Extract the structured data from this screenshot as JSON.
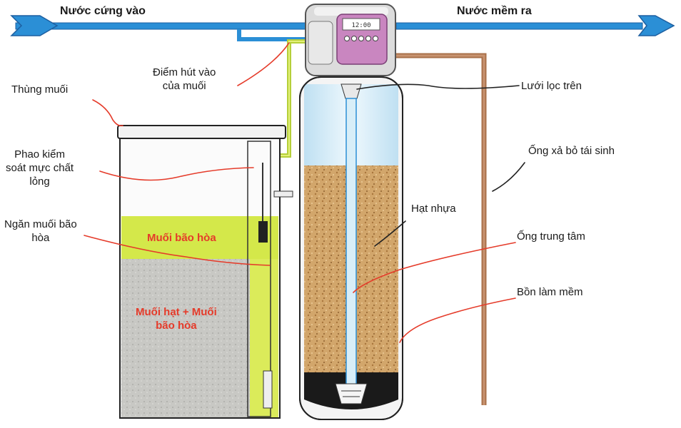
{
  "labels": {
    "hard_in": "Nước cứng vào",
    "soft_out": "Nước mềm ra",
    "suction": "Điểm hút vào\ncủa muối",
    "salt_tank": "Thùng muối",
    "float": "Phao kiểm\nsoát mực chất\nlỏng",
    "brine_chamber": "Ngăn muối bão\nhòa",
    "saturated_brine": "Muối bão hòa",
    "granular_salt": "Muối hạt +  Muối\nbão hòa",
    "top_screen": "Lưới lọc trên",
    "drain_line": "Ống xả bỏ tái sinh",
    "resin": "Hạt nhựa",
    "center_tube": "Ống trung tâm",
    "softener_tank": "Bồn làm mềm"
  },
  "colors": {
    "pipe_blue": "#2b8fd6",
    "pipe_blue_dark": "#1d5fa0",
    "brine_green": "#d4e84a",
    "salt_grey": "#c9c9c6",
    "resin_brown": "#cfa267",
    "drain_brown": "#a8704a",
    "tank_water": "#d6ecf7",
    "pointer_red": "#e53b2a",
    "pointer_dark": "#222222"
  },
  "controller_display": "12:00"
}
